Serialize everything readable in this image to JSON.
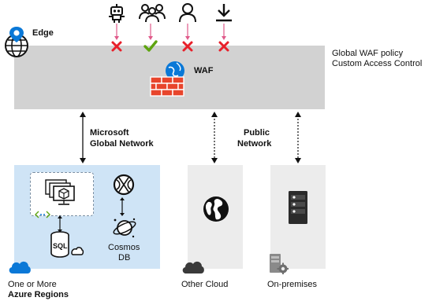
{
  "edge": {
    "label": "Edge"
  },
  "waf": {
    "label": "WAF",
    "policy_line1": "Global WAF policy",
    "policy_line2": "Custom Access Control"
  },
  "traffic_sources": [
    {
      "icon": "bot-icon",
      "result": "blocked"
    },
    {
      "icon": "user-group-icon",
      "result": "allowed"
    },
    {
      "icon": "user-icon",
      "result": "blocked"
    },
    {
      "icon": "download-icon",
      "result": "blocked"
    }
  ],
  "networks": {
    "microsoft_line1": "Microsoft",
    "microsoft_line2": "Global Network",
    "public_line1": "Public",
    "public_line2": "Network"
  },
  "azure": {
    "sql_label": "SQL",
    "cosmos_line1": "Cosmos",
    "cosmos_line2": "DB",
    "region_line1": "One or More",
    "region_line2": "Azure Regions"
  },
  "other_cloud": {
    "label": "Other Cloud"
  },
  "on_premises": {
    "label": "On-premises"
  },
  "colors": {
    "waf_band": "#d2d2d2",
    "azure_region": "#cfe4f6",
    "neutral_box": "#ececec",
    "block": "#e8202a",
    "allow": "#5ea410",
    "request_arrow": "#e05a8a",
    "azure_cloud": "#0a78d7",
    "brick": "#e8452c"
  }
}
